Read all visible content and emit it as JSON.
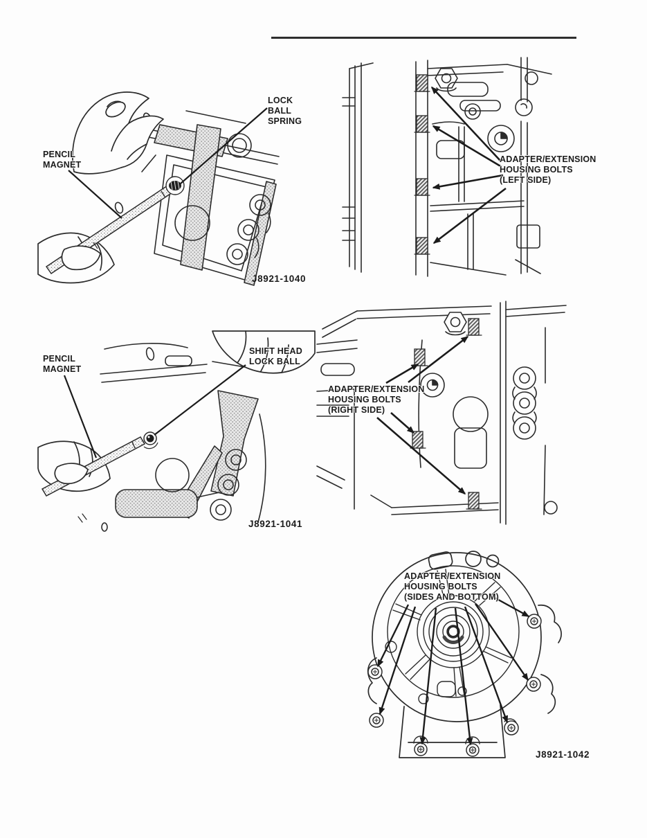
{
  "page": {
    "background": "#fdfdfd",
    "ink": "#1b1b1b"
  },
  "figures": {
    "lock_ball_spring": {
      "caption": "J8921-1040",
      "labels": {
        "pencil_magnet": {
          "line1": "PENCIL",
          "line2": "MAGNET"
        },
        "lock_ball_spring": {
          "line1": "LOCK",
          "line2": "BALL",
          "line3": "SPRING"
        }
      }
    },
    "housing_bolts_left": {
      "labels": {
        "adapter_extension": {
          "line1": "ADAPTER/EXTENSION",
          "line2": "HOUSING BOLTS",
          "line3": "(LEFT SIDE)"
        }
      }
    },
    "shift_head_lock_ball": {
      "caption": "J8921-1041",
      "labels": {
        "pencil_magnet": {
          "line1": "PENCIL",
          "line2": "MAGNET"
        },
        "shift_head_lock_ball": {
          "line1": "SHIFT HEAD",
          "line2": "LOCK BALL"
        }
      }
    },
    "housing_bolts_right": {
      "labels": {
        "adapter_extension": {
          "line1": "ADAPTER/EXTENSION",
          "line2": "HOUSING BOLTS",
          "line3": "(RIGHT SIDE)"
        }
      }
    },
    "housing_bolts_rear": {
      "caption": "J8921-1042",
      "labels": {
        "adapter_extension": {
          "line1": "ADAPTER/EXTENSION",
          "line2": "HOUSING BOLTS",
          "line3": "(SIDES AND BOTTOM)"
        }
      }
    }
  }
}
